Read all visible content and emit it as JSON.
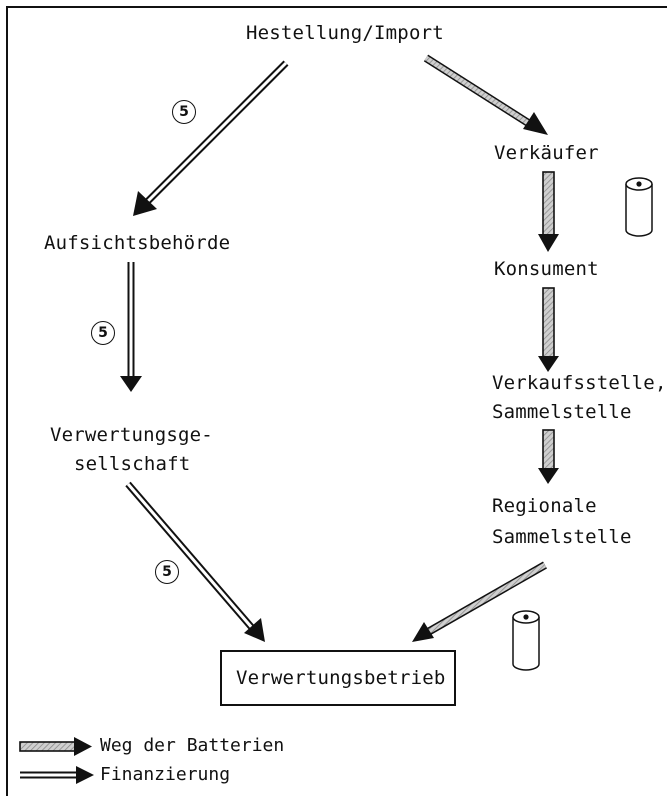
{
  "nodes": {
    "hestellung": "Hestellung/Import",
    "verkaeufer": "Verkäufer",
    "aufsicht": "Aufsichtsbehörde",
    "konsument": "Konsument",
    "verkaufsstelle_1": "Verkaufsstelle,",
    "verkaufsstelle_2": "Sammelstelle",
    "verwertungsges_1": "Verwertungsge-",
    "verwertungsges_2": "sellschaft",
    "regionale_1": "Regionale",
    "regionale_2": "Sammelstelle",
    "betrieb": "Verwertungsbetrieb"
  },
  "markers": {
    "one": "5",
    "two": "5",
    "three": "5"
  },
  "legend": {
    "batteries": "Weg der Batterien",
    "financing": "Finanzierung"
  }
}
